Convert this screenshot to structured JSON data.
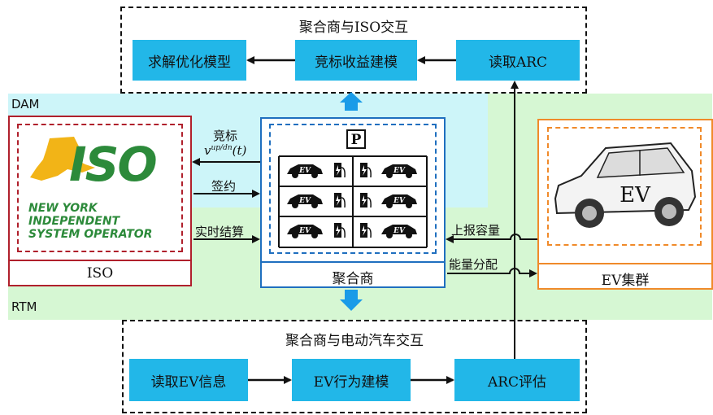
{
  "regions": {
    "dam_label": "DAM",
    "rtm_label": "RTM"
  },
  "top_group": {
    "title": "聚合商与ISO交互",
    "boxes": [
      "求解优化模型",
      "竞标收益建模",
      "读取ARC"
    ]
  },
  "bottom_group": {
    "title": "聚合商与电动汽车交互",
    "boxes": [
      "读取EV信息",
      "EV行为建模",
      "ARC评估"
    ]
  },
  "iso": {
    "label": "ISO",
    "logo_text": "ISO",
    "logo_lines": [
      "NEW YORK",
      "INDEPENDENT",
      "SYSTEM OPERATOR"
    ]
  },
  "aggregator": {
    "label": "聚合商",
    "parking_sign": "P",
    "car_badge": "EV"
  },
  "ev_cluster": {
    "label": "EV集群",
    "car_text": "EV"
  },
  "flows": {
    "bid": "竞标",
    "bid_var": "v",
    "bid_sup": "up/dn",
    "bid_arg": "(t)",
    "contract": "签约",
    "settlement": "实时结算",
    "report_capacity": "上报容量",
    "energy_allocation": "能量分配"
  },
  "colors": {
    "cyan_box": "#22b7e8",
    "dam_bg": "#cdf5f9",
    "rtm_bg": "#d6f7d3",
    "iso_border": "#b0202c",
    "aggregator_border": "#1f6fbf",
    "ev_border": "#f08a2a",
    "big_arrow": "#1a9be8",
    "iso_logo_green": "#2c8a3a"
  }
}
